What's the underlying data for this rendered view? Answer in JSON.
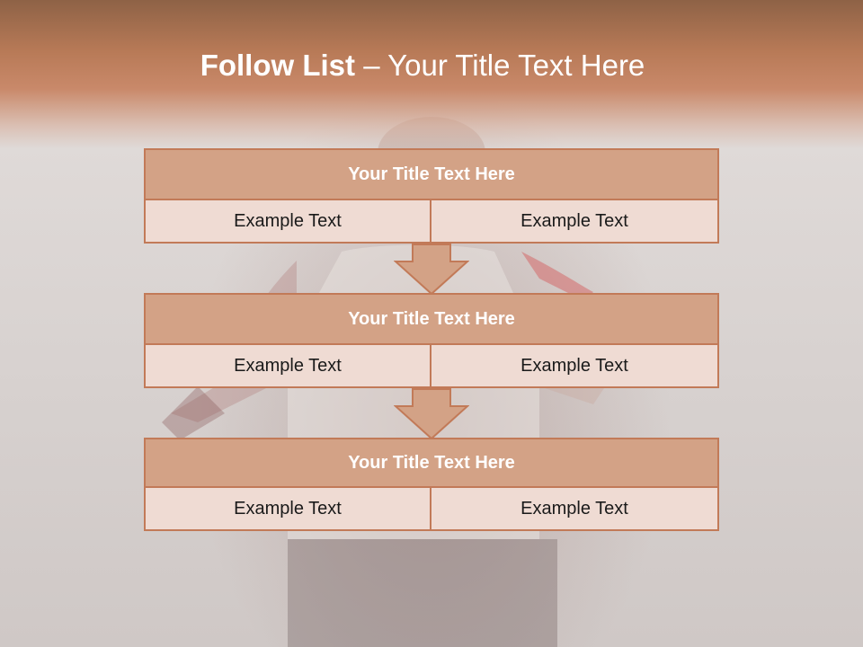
{
  "slide": {
    "title_bold": "Follow List",
    "title_rest": " – Your Title Text Here"
  },
  "blocks": [
    {
      "title": "Your Title Text Here",
      "left": "Example Text",
      "right": "Example Text"
    },
    {
      "title": "Your Title Text Here",
      "left": "Example Text",
      "right": "Example Text"
    },
    {
      "title": "Your Title Text Here",
      "left": "Example Text",
      "right": "Example Text"
    }
  ],
  "colors": {
    "title_band": "#b87a57",
    "header_fill": "#d3a286",
    "cell_fill": "#efdbd3",
    "border": "#c27a58"
  }
}
